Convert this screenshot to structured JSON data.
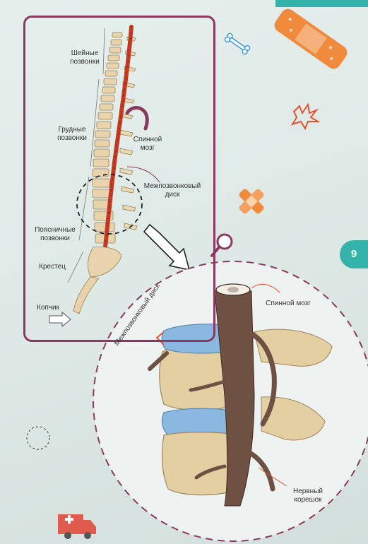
{
  "labels": {
    "cervical": "Шейные позвонки",
    "thoracic": "Грудные позвонки",
    "spinal_cord": "Спинной мозг",
    "disc": "Межпозвонковый диск",
    "lumbar": "Поясничные позвонки",
    "sacrum": "Крестец",
    "coccyx": "Копчик",
    "zoom_spinal_cord": "Спинной мозг",
    "zoom_disc": "Межпозвонковый диск",
    "nerve_root": "Нервный корешок"
  },
  "page_number": "9",
  "colors": {
    "frame": "#8a3a5e",
    "bone": "#e8d3ac",
    "disc": "#8ab8e0",
    "cord": "#c43a22",
    "teal": "#33b3aa",
    "orange": "#ef8a3c"
  },
  "icons": [
    "bone-icon",
    "bandage-icon",
    "magnifier-icon",
    "ambulance-icon",
    "cross-bandage-icon",
    "starburst-icon",
    "dashed-circle-icon",
    "arrow-icon"
  ]
}
